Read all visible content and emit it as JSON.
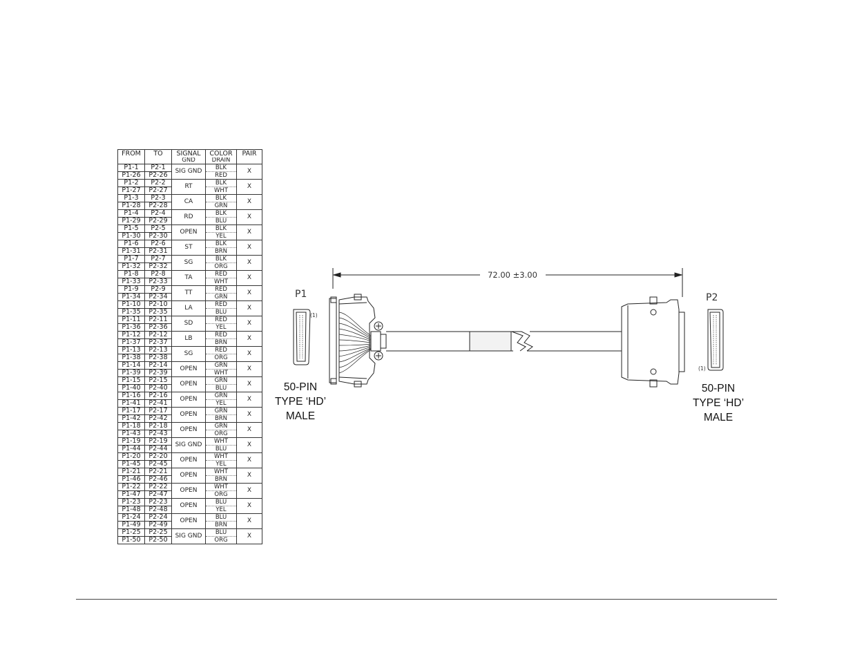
{
  "table": {
    "headers": {
      "from": "FROM",
      "to": "TO",
      "signal": "SIGNAL",
      "signal_sub": "GND",
      "color": "COLOR",
      "color_sub": "DRAIN",
      "pair": "PAIR"
    },
    "rows": [
      {
        "from": [
          "P1-1",
          "P1-26"
        ],
        "to": [
          "P2-1",
          "P2-26"
        ],
        "signal": "SIG GND",
        "color": [
          "BLK",
          "RED"
        ],
        "pair": "X"
      },
      {
        "from": [
          "P1-2",
          "P1-27"
        ],
        "to": [
          "P2-2",
          "P2-27"
        ],
        "signal": "RT",
        "color": [
          "BLK",
          "WHT"
        ],
        "pair": "X"
      },
      {
        "from": [
          "P1-3",
          "P1-28"
        ],
        "to": [
          "P2-3",
          "P2-28"
        ],
        "signal": "CA",
        "color": [
          "BLK",
          "GRN"
        ],
        "pair": "X"
      },
      {
        "from": [
          "P1-4",
          "P1-29"
        ],
        "to": [
          "P2-4",
          "P2-29"
        ],
        "signal": "RD",
        "color": [
          "BLK",
          "BLU"
        ],
        "pair": "X"
      },
      {
        "from": [
          "P1-5",
          "P1-30"
        ],
        "to": [
          "P2-5",
          "P2-30"
        ],
        "signal": "OPEN",
        "color": [
          "BLK",
          "YEL"
        ],
        "pair": "X"
      },
      {
        "from": [
          "P1-6",
          "P1-31"
        ],
        "to": [
          "P2-6",
          "P2-31"
        ],
        "signal": "ST",
        "color": [
          "BLK",
          "BRN"
        ],
        "pair": "X"
      },
      {
        "from": [
          "P1-7",
          "P1-32"
        ],
        "to": [
          "P2-7",
          "P2-32"
        ],
        "signal": "SG",
        "color": [
          "BLK",
          "ORG"
        ],
        "pair": "X"
      },
      {
        "from": [
          "P1-8",
          "P1-33"
        ],
        "to": [
          "P2-8",
          "P2-33"
        ],
        "signal": "TA",
        "color": [
          "RED",
          "WHT"
        ],
        "pair": "X"
      },
      {
        "from": [
          "P1-9",
          "P1-34"
        ],
        "to": [
          "P2-9",
          "P2-34"
        ],
        "signal": "TT",
        "color": [
          "RED",
          "GRN"
        ],
        "pair": "X"
      },
      {
        "from": [
          "P1-10",
          "P1-35"
        ],
        "to": [
          "P2-10",
          "P2-35"
        ],
        "signal": "LA",
        "color": [
          "RED",
          "BLU"
        ],
        "pair": "X"
      },
      {
        "from": [
          "P1-11",
          "P1-36"
        ],
        "to": [
          "P2-11",
          "P2-36"
        ],
        "signal": "SD",
        "color": [
          "RED",
          "YEL"
        ],
        "pair": "X"
      },
      {
        "from": [
          "P1-12",
          "P1-37"
        ],
        "to": [
          "P2-12",
          "P2-37"
        ],
        "signal": "LB",
        "color": [
          "RED",
          "BRN"
        ],
        "pair": "X"
      },
      {
        "from": [
          "P1-13",
          "P1-38"
        ],
        "to": [
          "P2-13",
          "P2-38"
        ],
        "signal": "SG",
        "color": [
          "RED",
          "ORG"
        ],
        "pair": "X"
      },
      {
        "from": [
          "P1-14",
          "P1-39"
        ],
        "to": [
          "P2-14",
          "P2-39"
        ],
        "signal": "OPEN",
        "color": [
          "GRN",
          "WHT"
        ],
        "pair": "X"
      },
      {
        "from": [
          "P1-15",
          "P1-40"
        ],
        "to": [
          "P2-15",
          "P2-40"
        ],
        "signal": "OPEN",
        "color": [
          "GRN",
          "BLU"
        ],
        "pair": "X"
      },
      {
        "from": [
          "P1-16",
          "P1-41"
        ],
        "to": [
          "P2-16",
          "P2-41"
        ],
        "signal": "OPEN",
        "color": [
          "GRN",
          "YEL"
        ],
        "pair": "X"
      },
      {
        "from": [
          "P1-17",
          "P1-42"
        ],
        "to": [
          "P2-17",
          "P2-42"
        ],
        "signal": "OPEN",
        "color": [
          "GRN",
          "BRN"
        ],
        "pair": "X"
      },
      {
        "from": [
          "P1-18",
          "P1-43"
        ],
        "to": [
          "P2-18",
          "P2-43"
        ],
        "signal": "OPEN",
        "color": [
          "GRN",
          "ORG"
        ],
        "pair": "X"
      },
      {
        "from": [
          "P1-19",
          "P1-44"
        ],
        "to": [
          "P2-19",
          "P2-44"
        ],
        "signal": "SIG GND",
        "color": [
          "WHT",
          "BLU"
        ],
        "pair": "X"
      },
      {
        "from": [
          "P1-20",
          "P1-45"
        ],
        "to": [
          "P2-20",
          "P2-45"
        ],
        "signal": "OPEN",
        "color": [
          "WHT",
          "YEL"
        ],
        "pair": "X"
      },
      {
        "from": [
          "P1-21",
          "P1-46"
        ],
        "to": [
          "P2-21",
          "P2-46"
        ],
        "signal": "OPEN",
        "color": [
          "WHT",
          "BRN"
        ],
        "pair": "X"
      },
      {
        "from": [
          "P1-22",
          "P1-47"
        ],
        "to": [
          "P2-22",
          "P2-47"
        ],
        "signal": "OPEN",
        "color": [
          "WHT",
          "ORG"
        ],
        "pair": "X"
      },
      {
        "from": [
          "P1-23",
          "P1-48"
        ],
        "to": [
          "P2-23",
          "P2-48"
        ],
        "signal": "OPEN",
        "color": [
          "BLU",
          "YEL"
        ],
        "pair": "X"
      },
      {
        "from": [
          "P1-24",
          "P1-49"
        ],
        "to": [
          "P2-24",
          "P2-49"
        ],
        "signal": "OPEN",
        "color": [
          "BLU",
          "BRN"
        ],
        "pair": "X"
      },
      {
        "from": [
          "P1-25",
          "P1-50"
        ],
        "to": [
          "P2-25",
          "P2-50"
        ],
        "signal": "SIG GND",
        "color": [
          "BLU",
          "ORG"
        ],
        "pair": "X"
      }
    ]
  },
  "drawing": {
    "dimension_label": "72.00 ±3.00",
    "p1": {
      "label": "P1",
      "pin_marker": "(1)",
      "title": [
        "50-PIN",
        "TYPE ‘HD’",
        "MALE"
      ]
    },
    "p2": {
      "label": "P2",
      "pin_marker": "(1)",
      "title": [
        "50-PIN",
        "TYPE ‘HD’",
        "MALE"
      ]
    }
  }
}
